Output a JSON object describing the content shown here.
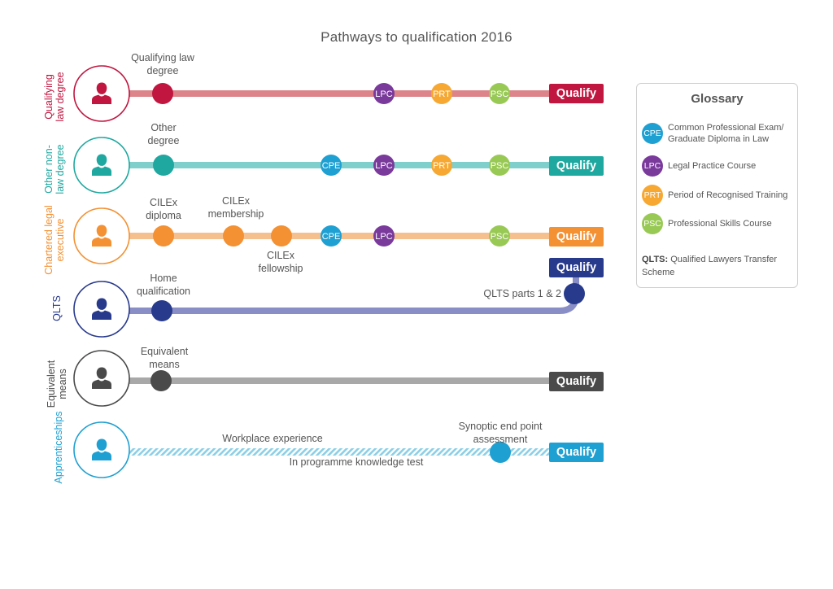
{
  "title": "Pathways to qualification 2016",
  "colors": {
    "law_degree": "#c0163f",
    "law_degree_line": "#dc8489",
    "non_law": "#1fa8a0",
    "non_law_line": "#7fd0cc",
    "cilex": "#f39133",
    "cilex_line": "#f6c08e",
    "qlts": "#283a8c",
    "qlts_line": "#8a8ec7",
    "equivalent": "#4a4a4a",
    "equivalent_line": "#a8a8a8",
    "apprentice": "#1fa0d2",
    "apprentice_line": "#9fd6ec",
    "cpe": "#1fa0d2",
    "lpc": "#7a3a9c",
    "prt": "#f6a833",
    "psc": "#99c955"
  },
  "stage_labels": {
    "CPE": "CPE",
    "LPC": "LPC",
    "PRT": "PRT",
    "PSC": "PSC"
  },
  "qualify_label": "Qualify",
  "routes": {
    "law_degree": {
      "label_lines": [
        "Qualifying",
        "law degree"
      ],
      "start_label": [
        "Qualifying law",
        "degree"
      ],
      "icon": "person-icon"
    },
    "non_law": {
      "label_lines": [
        "Other non-",
        "law degree"
      ],
      "start_label": [
        "Other",
        "degree"
      ],
      "icon": "person-icon"
    },
    "cilex": {
      "label_lines": [
        "Chartered legal",
        "executive"
      ],
      "start_label": [
        "CILEx",
        "diploma"
      ],
      "membership_label": [
        "CILEx",
        "membership"
      ],
      "fellowship_label": [
        "CILEx",
        "fellowship"
      ],
      "icon": "person-icon"
    },
    "qlts": {
      "label_lines": [
        "QLTS"
      ],
      "start_label": [
        "Home",
        "qualification"
      ],
      "parts_label": "QLTS parts 1 & 2",
      "icon": "person-icon"
    },
    "equivalent": {
      "label_lines": [
        "Equivalent",
        "means"
      ],
      "start_label": [
        "Equivalent",
        "means"
      ],
      "icon": "person-icon"
    },
    "apprentice": {
      "label_lines": [
        "Apprenticeships"
      ],
      "workplace_label": "Workplace experience",
      "knowledge_label": "In programme knowledge test",
      "synoptic_label": [
        "Synoptic end point",
        "assessment"
      ],
      "icon": "person-icon"
    }
  },
  "glossary": {
    "heading": "Glossary",
    "items": [
      {
        "code": "CPE",
        "text": [
          "Common Professional Exam/",
          "Graduate Diploma in Law"
        ],
        "color": "#1fa0d2"
      },
      {
        "code": "LPC",
        "text": [
          "Legal Practice Course"
        ],
        "color": "#7a3a9c"
      },
      {
        "code": "PRT",
        "text": [
          "Period of Recognised Training"
        ],
        "color": "#f6a833"
      },
      {
        "code": "PSC",
        "text": [
          "Professional Skills Course"
        ],
        "color": "#99c955"
      }
    ],
    "qlts_term": "QLTS:",
    "qlts_text": "Qualified Lawyers Transfer Scheme"
  }
}
